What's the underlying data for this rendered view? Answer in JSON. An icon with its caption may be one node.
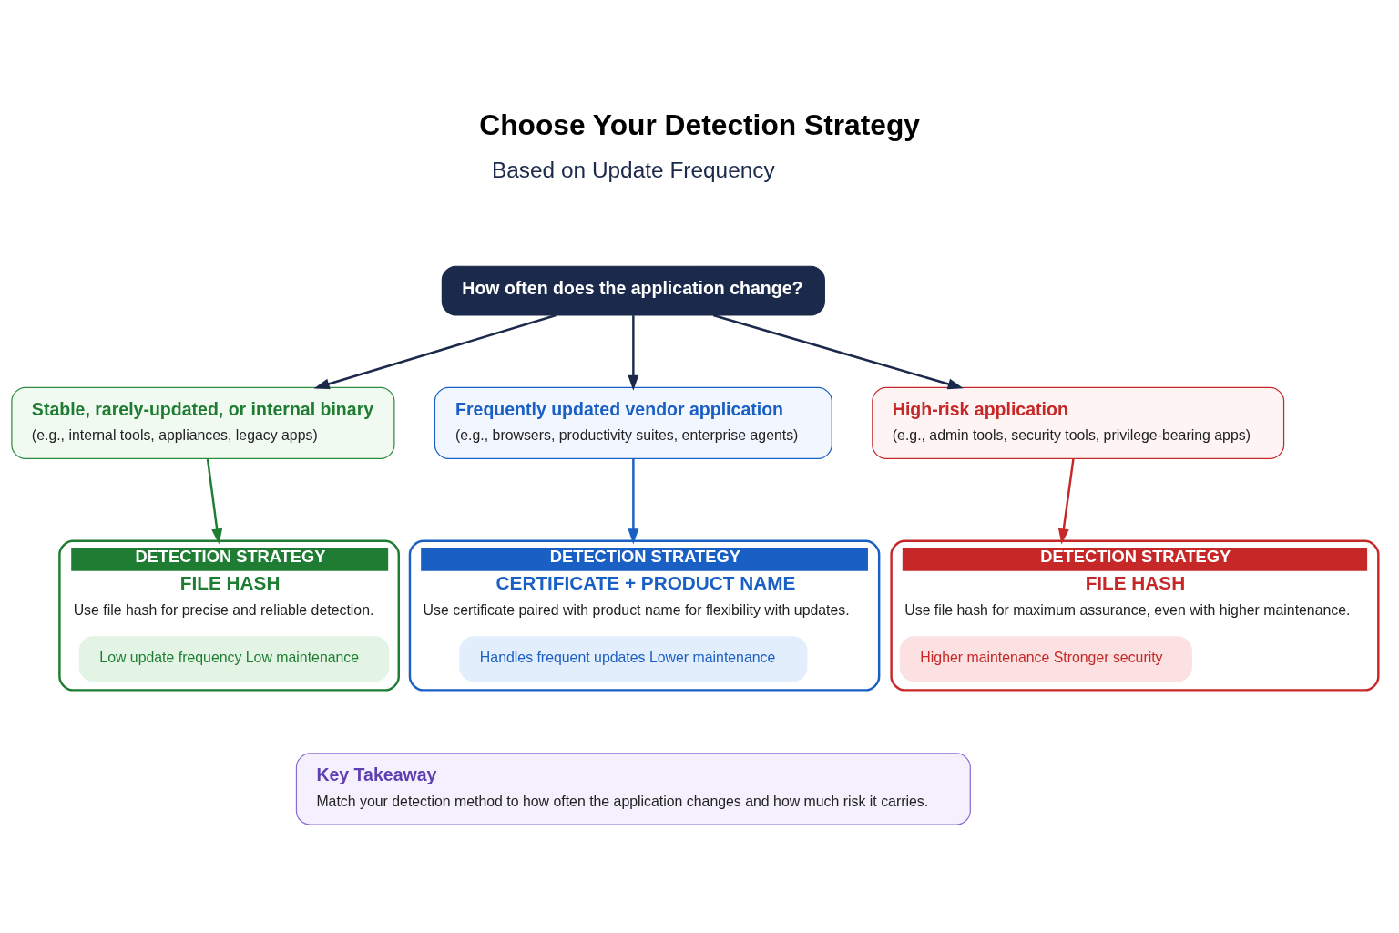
{
  "diagram": {
    "title": "Choose Your Detection Strategy",
    "nodes": [
      {
        "text": [
          "How often does the application change?"
        ]
      },
      {
        "text": [
          "Stable, rarely-updated, or internal binary",
          "(e.g., internal tools, appliances, legacy apps)"
        ]
      },
      {
        "text": [
          "Frequently updated vendor application",
          "(e.g., browsers, productivity suites, enterprise agents)"
        ]
      },
      {
        "text": [
          "High-risk application",
          "(e.g., admin tools, security tools, privilege-bearing apps)"
        ]
      },
      {
        "text": [
          "DETECTION STRATEGY",
          "FILE HASH",
          "Use file hash for precise and reliable detection."
        ]
      },
      {
        "text": [
          "Low update frequency Low maintenance"
        ],
        "in": 4
      },
      {
        "text": [
          "DETECTION STRATEGY",
          "CERTIFICATE + PRODUCT NAME",
          "Use certificate paired with product name for flexibility with updates."
        ]
      },
      {
        "text": [
          "Handles frequent updates Lower maintenance"
        ],
        "in": 6
      },
      {
        "text": [
          "DETECTION STRATEGY",
          "FILE HASH",
          "Use file hash for maximum assurance, even with higher maintenance."
        ]
      },
      {
        "text": [
          "Higher maintenance Stronger security"
        ],
        "in": 8
      },
      {
        "text": [
          "Key Takeaway",
          "Match your detection method to how often the application changes and how much risk it carries."
        ]
      }
    ],
    "edges": [
      {
        "from": 0,
        "to": 1,
        "arrow": "to",
        "color": "#1b2a4a"
      },
      {
        "from": 0,
        "to": 2,
        "arrow": "to",
        "color": "#1b2a4a"
      },
      {
        "from": 0,
        "to": 3,
        "arrow": "to",
        "color": "#1b2a4a"
      },
      {
        "from": 1,
        "to": 4,
        "arrow": "to",
        "color": "#1e7d32"
      },
      {
        "from": 2,
        "to": 6,
        "arrow": "to",
        "color": "#1a5fc4"
      },
      {
        "from": 3,
        "to": 8,
        "arrow": "to",
        "color": "#c62828"
      }
    ],
    "labels": [
      "Based on Update Frequency"
    ]
  }
}
